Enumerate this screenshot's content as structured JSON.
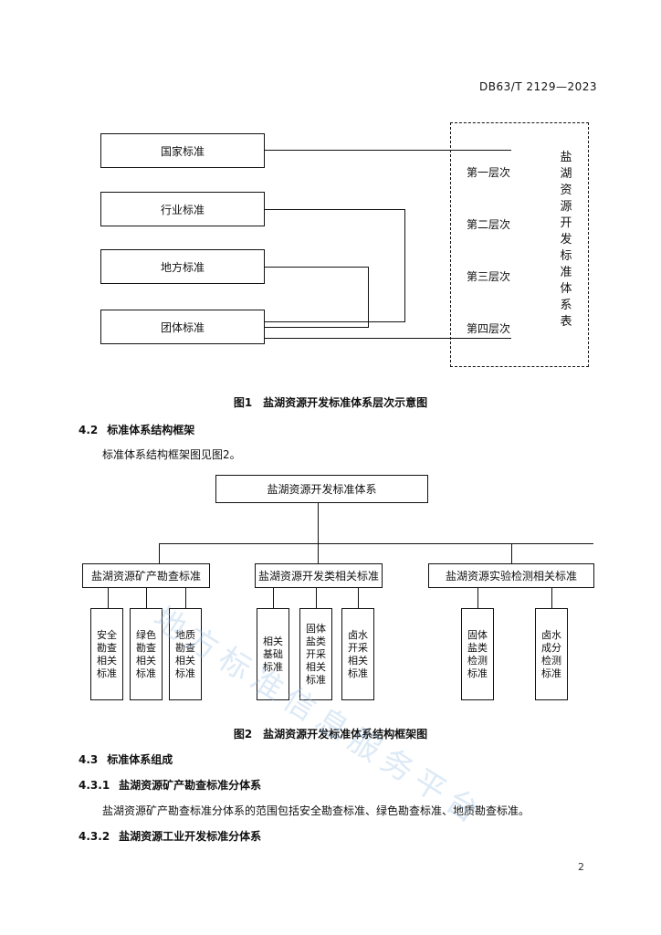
{
  "header": {
    "doc_code": "DB63/T 2129—2023"
  },
  "figure1": {
    "boxes": [
      "国家标准",
      "行业标准",
      "地方标准",
      "团体标准"
    ],
    "levels": [
      "第一层次",
      "第二层次",
      "第三层次",
      "第四层次"
    ],
    "side_title": "盐湖资源开发标准体系表",
    "caption": "图1　盐湖资源开发标准体系层次示意图"
  },
  "section_4_2": {
    "number": "4.2",
    "title": "标准体系结构框架",
    "text": "标准体系结构框架图见图2。"
  },
  "figure2": {
    "root": "盐湖资源开发标准体系",
    "branches": [
      {
        "label": "盐湖资源矿产勘查标准",
        "children": [
          "安全勘查相关标准",
          "绿色勘查相关标准",
          "地质勘查相关标准"
        ]
      },
      {
        "label": "盐湖资源开发类相关标准",
        "children": [
          "相关基础标准",
          "固体盐类开采相关标准",
          "卤水开采相关标准"
        ]
      },
      {
        "label": "盐湖资源实验检测相关标准",
        "children": [
          "固体盐类检测标准",
          "卤水成分检测标准"
        ]
      }
    ],
    "caption": "图2　盐湖资源开发标准体系结构框架图"
  },
  "section_4_3": {
    "number": "4.3",
    "title": "标准体系组成"
  },
  "section_4_3_1": {
    "number": "4.3.1",
    "title": "盐湖资源矿产勘查标准分体系",
    "text": "盐湖资源矿产勘查标准分体系的范围包括安全勘查标准、绿色勘查标准、地质勘查标准。"
  },
  "section_4_3_2": {
    "number": "4.3.2",
    "title": "盐湖资源工业开发标准分体系"
  },
  "watermark": "地方标准信息服务平台",
  "page_number": "2"
}
